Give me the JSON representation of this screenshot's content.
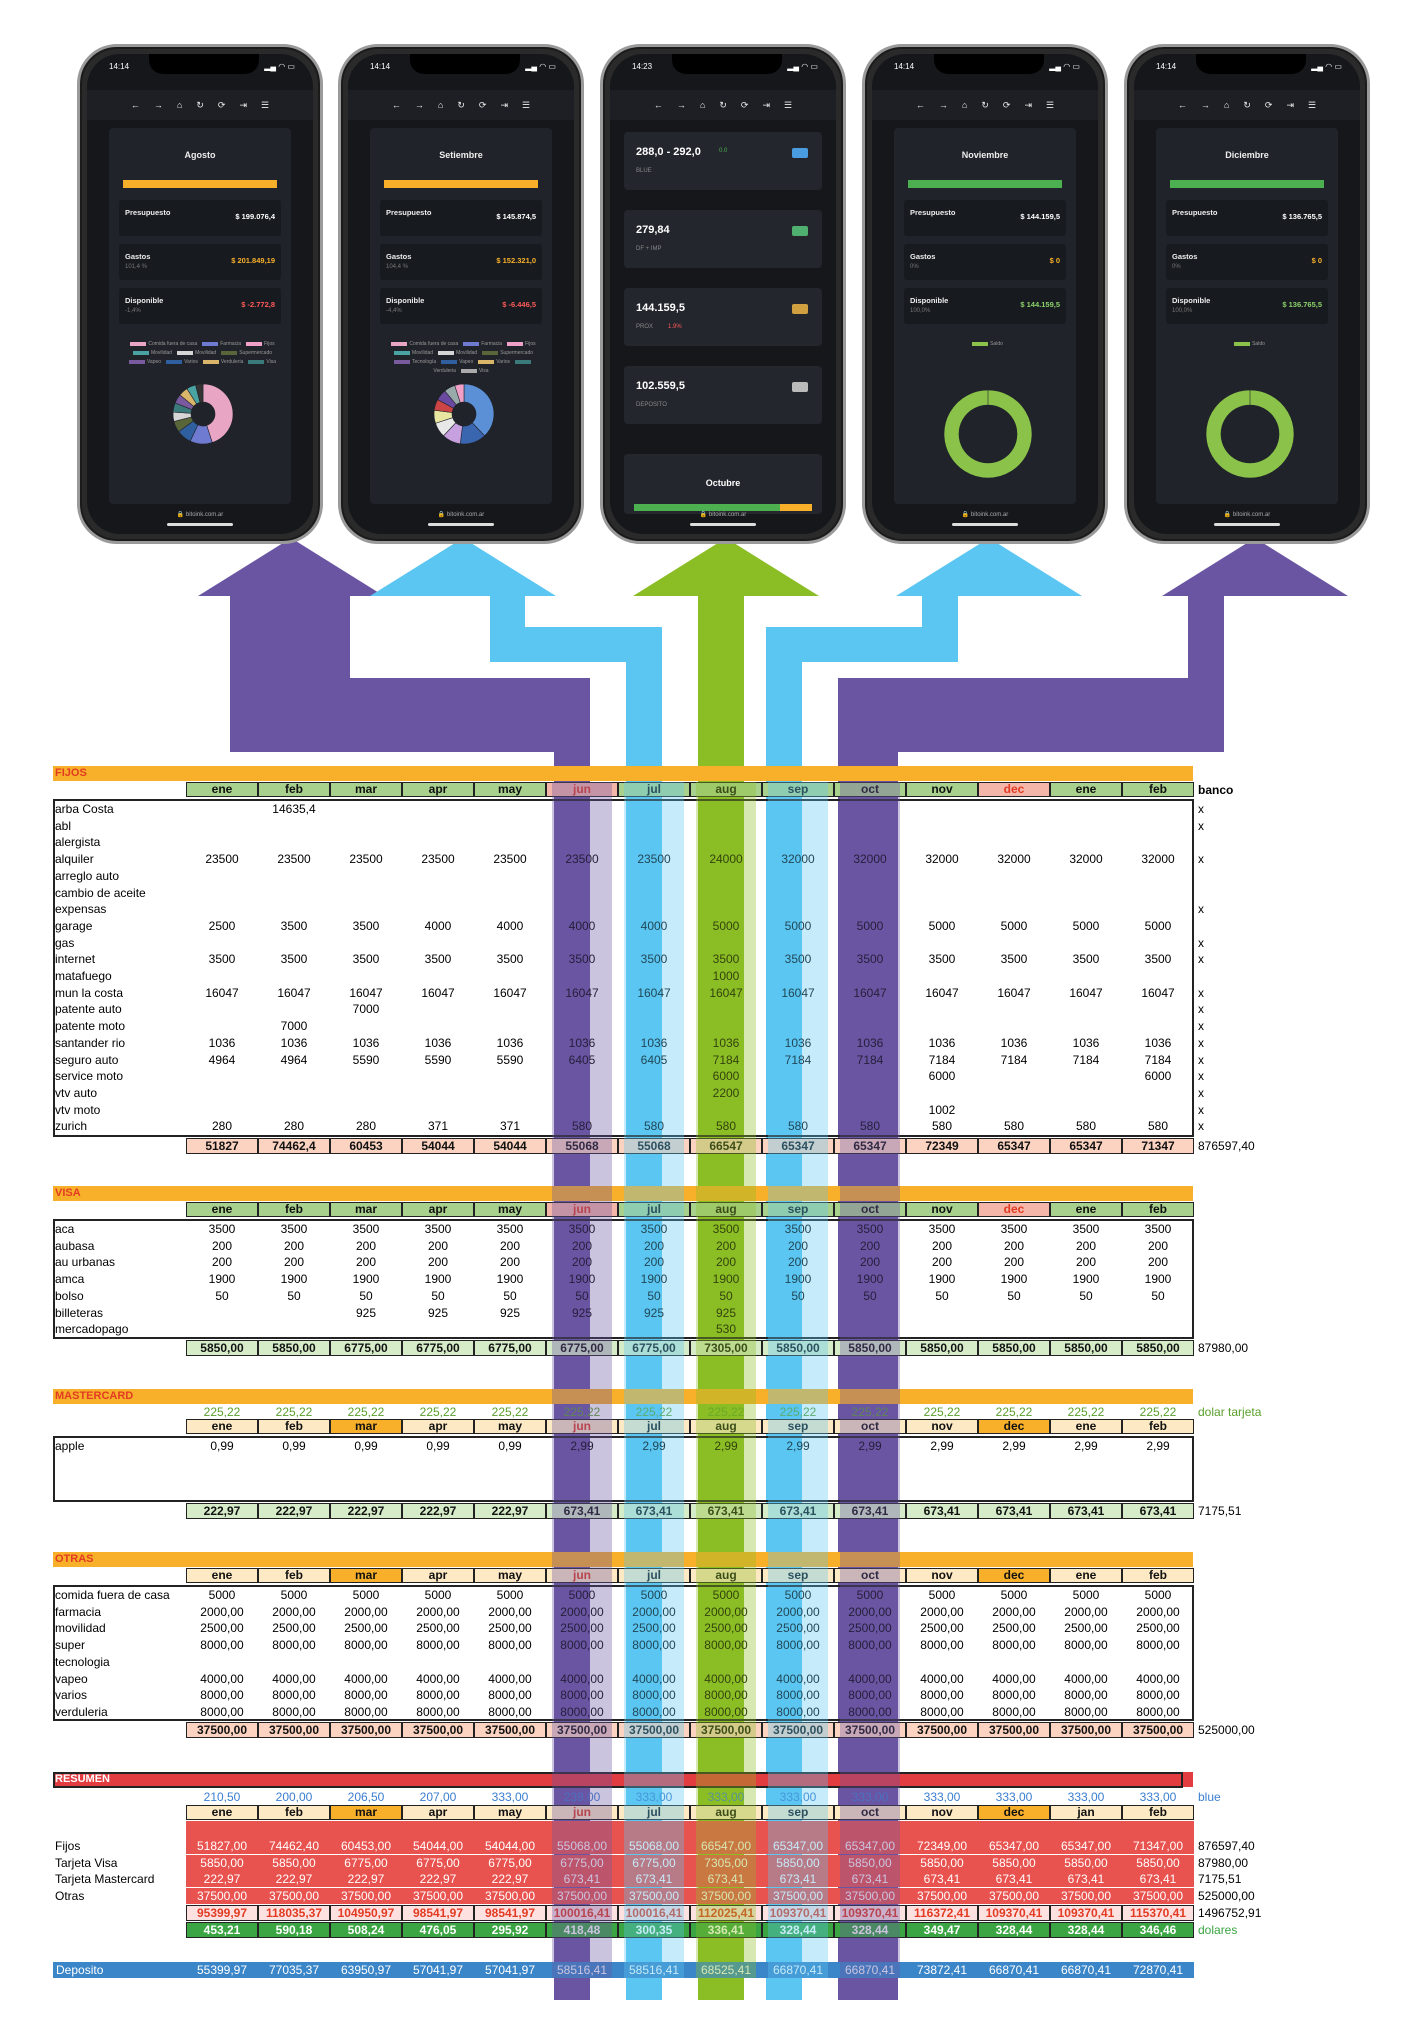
{
  "colors": {
    "purple": "#6a55a3",
    "blue": "#5bc6f2",
    "green": "#8bbd24",
    "orange": "#f8b02a",
    "gray_bar": "#555"
  },
  "phones": [
    {
      "time": "14:14",
      "month": "Agosto",
      "bar_color": "#f8b02a",
      "presupuesto": "$ 199.076,4",
      "gastos": "$ 201.849,19",
      "gastos_pct": "101,4 %",
      "gastos_color": "#f8b02a",
      "disponible": "$ -2.772,8",
      "disponible_pct": "-1,4%",
      "disp_color": "#ff5a5a",
      "url": "bitoink.com.ar",
      "legend": [
        "Comida fuera de casa",
        "Farmacia",
        "Fijos",
        "Movilidad",
        "Movilidad",
        "Supermercado",
        "Vapeo",
        "Varios",
        "Verduleria",
        "Visa"
      ],
      "donut": [
        {
          "v": 45,
          "c": "#e8a6c4"
        },
        {
          "v": 12,
          "c": "#6e7bd0"
        },
        {
          "v": 8,
          "c": "#2f5f9e"
        },
        {
          "v": 6,
          "c": "#58663a"
        },
        {
          "v": 5,
          "c": "#d6d6d6"
        },
        {
          "v": 5,
          "c": "#3a7a7a"
        },
        {
          "v": 5,
          "c": "#7a5a9e"
        },
        {
          "v": 5,
          "c": "#d9b66a"
        },
        {
          "v": 5,
          "c": "#4aa3a3"
        },
        {
          "v": 4,
          "c": "#333"
        }
      ]
    },
    {
      "time": "14:14",
      "month": "Setiembre",
      "bar_color": "#f8b02a",
      "presupuesto": "$ 145.874,5",
      "gastos": "$ 152.321,0",
      "gastos_pct": "104,4 %",
      "gastos_color": "#f8b02a",
      "disponible": "$ -6.446,5",
      "disponible_pct": "-4,4%",
      "disp_color": "#ff5a5a",
      "url": "bitoink.com.ar",
      "legend": [
        "Comida fuera de casa",
        "Farmacia",
        "Fijos",
        "Movilidad",
        "Movilidad",
        "Supermercado",
        "Tecnología",
        "Vapeo",
        "Varios",
        "Verduleria",
        "Visa"
      ],
      "donut": [
        {
          "v": 38,
          "c": "#5b8fd6"
        },
        {
          "v": 14,
          "c": "#3a66b0"
        },
        {
          "v": 10,
          "c": "#c7a0e0"
        },
        {
          "v": 8,
          "c": "#e8e8e8"
        },
        {
          "v": 7,
          "c": "#e8e6a0"
        },
        {
          "v": 6,
          "c": "#c44"
        },
        {
          "v": 6,
          "c": "#6a4aa0"
        },
        {
          "v": 6,
          "c": "#9aa"
        },
        {
          "v": 5,
          "c": "#f0a0c8"
        }
      ]
    },
    {
      "time": "14:23",
      "tiles": [
        {
          "value": "288,0 - 292,0",
          "tag": "0.0",
          "sub": "BLUE",
          "icon": "#4a9de0"
        },
        {
          "value": "279,84",
          "sub": "DF + IMP",
          "icon": "#4fb070"
        },
        {
          "value": "144.159,5",
          "sub": "PROX",
          "tag": "1.9%",
          "icon": "#d0a040"
        },
        {
          "value": "102.559,5",
          "sub": "DEPOSITO",
          "icon": "#bbb"
        }
      ],
      "month": "Octubre",
      "url": "bitoink.com.ar"
    },
    {
      "time": "14:14",
      "month": "Noviembre",
      "bar_color": "#4caf50",
      "presupuesto": "$ 144.159,5",
      "gastos": "$ 0",
      "gastos_pct": "0%",
      "gastos_color": "#f8b02a",
      "disponible": "$ 144.159,5",
      "disponible_pct": "100,0%",
      "disp_color": "#8bd26a",
      "url": "bitoink.com.ar",
      "legend": [
        "Saldo"
      ],
      "donut": [
        {
          "v": 100,
          "c": "#8bc34a"
        }
      ]
    },
    {
      "time": "14:14",
      "month": "Diciembre",
      "bar_color": "#4caf50",
      "presupuesto": "$ 136.765,5",
      "gastos": "$ 0",
      "gastos_pct": "0%",
      "gastos_color": "#f8b02a",
      "disponible": "$ 136.765,5",
      "disponible_pct": "100,0%",
      "disp_color": "#8bd26a",
      "url": "bitoink.com.ar",
      "legend": [
        "Saldo"
      ],
      "donut": [
        {
          "v": 100,
          "c": "#8bc34a"
        }
      ]
    }
  ],
  "labels": {
    "presupuesto": "Presupuesto",
    "gastos": "Gastos",
    "disponible": "Disponible"
  },
  "months": [
    "ene",
    "feb",
    "mar",
    "apr",
    "may",
    "jun",
    "jul",
    "aug",
    "sep",
    "oct",
    "nov",
    "dec",
    "ene",
    "feb"
  ],
  "months_resumen": [
    "ene",
    "feb",
    "mar",
    "apr",
    "may",
    "jun",
    "jul",
    "aug",
    "sep",
    "oct",
    "nov",
    "dec",
    "jan",
    "feb"
  ],
  "fijos": {
    "title": "FIJOS",
    "extra_header": "banco",
    "rows": [
      [
        "arba Costa",
        "",
        "14635,4",
        "",
        "",
        "",
        "",
        "",
        "",
        "",
        "",
        "",
        "",
        "",
        "",
        "x"
      ],
      [
        "abl",
        "",
        "",
        "",
        "",
        "",
        "",
        "",
        "",
        "",
        "",
        "",
        "",
        "",
        "",
        "x"
      ],
      [
        "alergista",
        "",
        "",
        "",
        "",
        "",
        "",
        "",
        "",
        "",
        "",
        "",
        "",
        "",
        "",
        ""
      ],
      [
        "alquiler",
        "23500",
        "23500",
        "23500",
        "23500",
        "23500",
        "23500",
        "23500",
        "24000",
        "32000",
        "32000",
        "32000",
        "32000",
        "32000",
        "32000",
        "x"
      ],
      [
        "arreglo auto",
        "",
        "",
        "",
        "",
        "",
        "",
        "",
        "",
        "",
        "",
        "",
        "",
        "",
        "",
        ""
      ],
      [
        "cambio de aceite",
        "",
        "",
        "",
        "",
        "",
        "",
        "",
        "",
        "",
        "",
        "",
        "",
        "",
        "",
        ""
      ],
      [
        "expensas",
        "",
        "",
        "",
        "",
        "",
        "",
        "",
        "",
        "",
        "",
        "",
        "",
        "",
        "",
        "x"
      ],
      [
        "garage",
        "2500",
        "3500",
        "3500",
        "4000",
        "4000",
        "4000",
        "4000",
        "5000",
        "5000",
        "5000",
        "5000",
        "5000",
        "5000",
        "5000",
        ""
      ],
      [
        "gas",
        "",
        "",
        "",
        "",
        "",
        "",
        "",
        "",
        "",
        "",
        "",
        "",
        "",
        "",
        "x"
      ],
      [
        "internet",
        "3500",
        "3500",
        "3500",
        "3500",
        "3500",
        "3500",
        "3500",
        "3500",
        "3500",
        "3500",
        "3500",
        "3500",
        "3500",
        "3500",
        "x"
      ],
      [
        "matafuego",
        "",
        "",
        "",
        "",
        "",
        "",
        "",
        "1000",
        "",
        "",
        "",
        "",
        "",
        "",
        ""
      ],
      [
        "mun la costa",
        "16047",
        "16047",
        "16047",
        "16047",
        "16047",
        "16047",
        "16047",
        "16047",
        "16047",
        "16047",
        "16047",
        "16047",
        "16047",
        "16047",
        "x"
      ],
      [
        "patente auto",
        "",
        "",
        "7000",
        "",
        "",
        "",
        "",
        "",
        "",
        "",
        "",
        "",
        "",
        "",
        "x"
      ],
      [
        "patente moto",
        "",
        "7000",
        "",
        "",
        "",
        "",
        "",
        "",
        "",
        "",
        "",
        "",
        "",
        "",
        "x"
      ],
      [
        "santander rio",
        "1036",
        "1036",
        "1036",
        "1036",
        "1036",
        "1036",
        "1036",
        "1036",
        "1036",
        "1036",
        "1036",
        "1036",
        "1036",
        "1036",
        "x"
      ],
      [
        "seguro auto",
        "4964",
        "4964",
        "5590",
        "5590",
        "5590",
        "6405",
        "6405",
        "7184",
        "7184",
        "7184",
        "7184",
        "7184",
        "7184",
        "7184",
        "x"
      ],
      [
        "service moto",
        "",
        "",
        "",
        "",
        "",
        "",
        "",
        "6000",
        "",
        "",
        "6000",
        "",
        "",
        "6000",
        "x"
      ],
      [
        "vtv auto",
        "",
        "",
        "",
        "",
        "",
        "",
        "",
        "2200",
        "",
        "",
        "",
        "",
        "",
        "",
        "x"
      ],
      [
        "vtv moto",
        "",
        "",
        "",
        "",
        "",
        "",
        "",
        "",
        "",
        "",
        "1002",
        "",
        "",
        "",
        "x"
      ],
      [
        "zurich",
        "280",
        "280",
        "280",
        "371",
        "371",
        "580",
        "580",
        "580",
        "580",
        "580",
        "580",
        "580",
        "580",
        "580",
        "x"
      ]
    ],
    "totals": [
      "51827",
      "74462,4",
      "60453",
      "54044",
      "54044",
      "55068",
      "55068",
      "66547",
      "65347",
      "65347",
      "72349",
      "65347",
      "65347",
      "71347"
    ],
    "grand": "876597,40"
  },
  "visa": {
    "title": "VISA",
    "rows": [
      [
        "aca",
        "3500",
        "3500",
        "3500",
        "3500",
        "3500",
        "3500",
        "3500",
        "3500",
        "3500",
        "3500",
        "3500",
        "3500",
        "3500",
        "3500"
      ],
      [
        "aubasa",
        "200",
        "200",
        "200",
        "200",
        "200",
        "200",
        "200",
        "200",
        "200",
        "200",
        "200",
        "200",
        "200",
        "200"
      ],
      [
        "au urbanas",
        "200",
        "200",
        "200",
        "200",
        "200",
        "200",
        "200",
        "200",
        "200",
        "200",
        "200",
        "200",
        "200",
        "200"
      ],
      [
        "amca",
        "1900",
        "1900",
        "1900",
        "1900",
        "1900",
        "1900",
        "1900",
        "1900",
        "1900",
        "1900",
        "1900",
        "1900",
        "1900",
        "1900"
      ],
      [
        "bolso",
        "50",
        "50",
        "50",
        "50",
        "50",
        "50",
        "50",
        "50",
        "50",
        "50",
        "50",
        "50",
        "50",
        "50"
      ],
      [
        "billeteras",
        "",
        "",
        "925",
        "925",
        "925",
        "925",
        "925",
        "925",
        "",
        "",
        "",
        "",
        "",
        ""
      ],
      [
        "mercadopago",
        "",
        "",
        "",
        "",
        "",
        "",
        "",
        "530",
        "",
        "",
        "",
        "",
        "",
        ""
      ]
    ],
    "totals": [
      "5850,00",
      "5850,00",
      "6775,00",
      "6775,00",
      "6775,00",
      "6775,00",
      "6775,00",
      "7305,00",
      "5850,00",
      "5850,00",
      "5850,00",
      "5850,00",
      "5850,00",
      "5850,00"
    ],
    "grand": "87980,00"
  },
  "mastercard": {
    "title": "MASTERCARD",
    "rate_label": "dolar tarjeta",
    "rates": [
      "225,22",
      "225,22",
      "225,22",
      "225,22",
      "225,22",
      "225,22",
      "225,22",
      "225,22",
      "225,22",
      "225,22",
      "225,22",
      "225,22",
      "225,22",
      "225,22"
    ],
    "rows": [
      [
        "apple",
        "0,99",
        "0,99",
        "0,99",
        "0,99",
        "0,99",
        "2,99",
        "2,99",
        "2,99",
        "2,99",
        "2,99",
        "2,99",
        "2,99",
        "2,99",
        "2,99"
      ]
    ],
    "totals": [
      "222,97",
      "222,97",
      "222,97",
      "222,97",
      "222,97",
      "673,41",
      "673,41",
      "673,41",
      "673,41",
      "673,41",
      "673,41",
      "673,41",
      "673,41",
      "673,41"
    ],
    "grand": "7175,51"
  },
  "otras": {
    "title": "OTRAS",
    "rows": [
      [
        "comida fuera de casa",
        "5000",
        "5000",
        "5000",
        "5000",
        "5000",
        "5000",
        "5000",
        "5000",
        "5000",
        "5000",
        "5000",
        "5000",
        "5000",
        "5000"
      ],
      [
        "farmacia",
        "2000,00",
        "2000,00",
        "2000,00",
        "2000,00",
        "2000,00",
        "2000,00",
        "2000,00",
        "2000,00",
        "2000,00",
        "2000,00",
        "2000,00",
        "2000,00",
        "2000,00",
        "2000,00"
      ],
      [
        "movilidad",
        "2500,00",
        "2500,00",
        "2500,00",
        "2500,00",
        "2500,00",
        "2500,00",
        "2500,00",
        "2500,00",
        "2500,00",
        "2500,00",
        "2500,00",
        "2500,00",
        "2500,00",
        "2500,00"
      ],
      [
        "super",
        "8000,00",
        "8000,00",
        "8000,00",
        "8000,00",
        "8000,00",
        "8000,00",
        "8000,00",
        "8000,00",
        "8000,00",
        "8000,00",
        "8000,00",
        "8000,00",
        "8000,00",
        "8000,00"
      ],
      [
        "tecnologia",
        "",
        "",
        "",
        "",
        "",
        "",
        "",
        "",
        "",
        "",
        "",
        "",
        "",
        ""
      ],
      [
        "vapeo",
        "4000,00",
        "4000,00",
        "4000,00",
        "4000,00",
        "4000,00",
        "4000,00",
        "4000,00",
        "4000,00",
        "4000,00",
        "4000,00",
        "4000,00",
        "4000,00",
        "4000,00",
        "4000,00"
      ],
      [
        "varios",
        "8000,00",
        "8000,00",
        "8000,00",
        "8000,00",
        "8000,00",
        "8000,00",
        "8000,00",
        "8000,00",
        "8000,00",
        "8000,00",
        "8000,00",
        "8000,00",
        "8000,00",
        "8000,00"
      ],
      [
        "verduleria",
        "8000,00",
        "8000,00",
        "8000,00",
        "8000,00",
        "8000,00",
        "8000,00",
        "8000,00",
        "8000,00",
        "8000,00",
        "8000,00",
        "8000,00",
        "8000,00",
        "8000,00",
        "8000,00"
      ]
    ],
    "totals": [
      "37500,00",
      "37500,00",
      "37500,00",
      "37500,00",
      "37500,00",
      "37500,00",
      "37500,00",
      "37500,00",
      "37500,00",
      "37500,00",
      "37500,00",
      "37500,00",
      "37500,00",
      "37500,00"
    ],
    "grand": "525000,00"
  },
  "resumen": {
    "title": "RESUMEN",
    "rate_label": "blue",
    "rates": [
      "210,50",
      "200,00",
      "206,50",
      "207,00",
      "333,00",
      "239,00",
      "333,00",
      "333,00",
      "333,00",
      "333,00",
      "333,00",
      "333,00",
      "333,00",
      "333,00"
    ],
    "rows": [
      [
        "Fijos",
        "51827,00",
        "74462,40",
        "60453,00",
        "54044,00",
        "54044,00",
        "55068,00",
        "55068,00",
        "66547,00",
        "65347,00",
        "65347,00",
        "72349,00",
        "65347,00",
        "65347,00",
        "71347,00",
        "876597,40"
      ],
      [
        "Tarjeta Visa",
        "5850,00",
        "5850,00",
        "6775,00",
        "6775,00",
        "6775,00",
        "6775,00",
        "6775,00",
        "7305,00",
        "5850,00",
        "5850,00",
        "5850,00",
        "5850,00",
        "5850,00",
        "5850,00",
        "87980,00"
      ],
      [
        "Tarjeta Mastercard",
        "222,97",
        "222,97",
        "222,97",
        "222,97",
        "222,97",
        "673,41",
        "673,41",
        "673,41",
        "673,41",
        "673,41",
        "673,41",
        "673,41",
        "673,41",
        "673,41",
        "7175,51"
      ],
      [
        "Otras",
        "37500,00",
        "37500,00",
        "37500,00",
        "37500,00",
        "37500,00",
        "37500,00",
        "37500,00",
        "37500,00",
        "37500,00",
        "37500,00",
        "37500,00",
        "37500,00",
        "37500,00",
        "37500,00",
        "525000,00"
      ]
    ],
    "totals": [
      "95399,97",
      "118035,37",
      "104950,97",
      "98541,97",
      "98541,97",
      "100016,41",
      "100016,41",
      "112025,41",
      "109370,41",
      "109370,41",
      "116372,41",
      "109370,41",
      "109370,41",
      "115370,41"
    ],
    "grand": "1496752,91",
    "dolares": [
      "453,21",
      "590,18",
      "508,24",
      "476,05",
      "295,92",
      "418,48",
      "300,35",
      "336,41",
      "328,44",
      "328,44",
      "349,47",
      "328,44",
      "328,44",
      "346,46"
    ],
    "dolares_label": "dolares",
    "deposito_label": "Deposito",
    "deposito": [
      "55399,97",
      "77035,37",
      "63950,97",
      "57041,97",
      "57041,97",
      "58516,41",
      "58516,41",
      "68525,41",
      "66870,41",
      "66870,41",
      "73872,41",
      "66870,41",
      "66870,41",
      "72870,41"
    ]
  }
}
